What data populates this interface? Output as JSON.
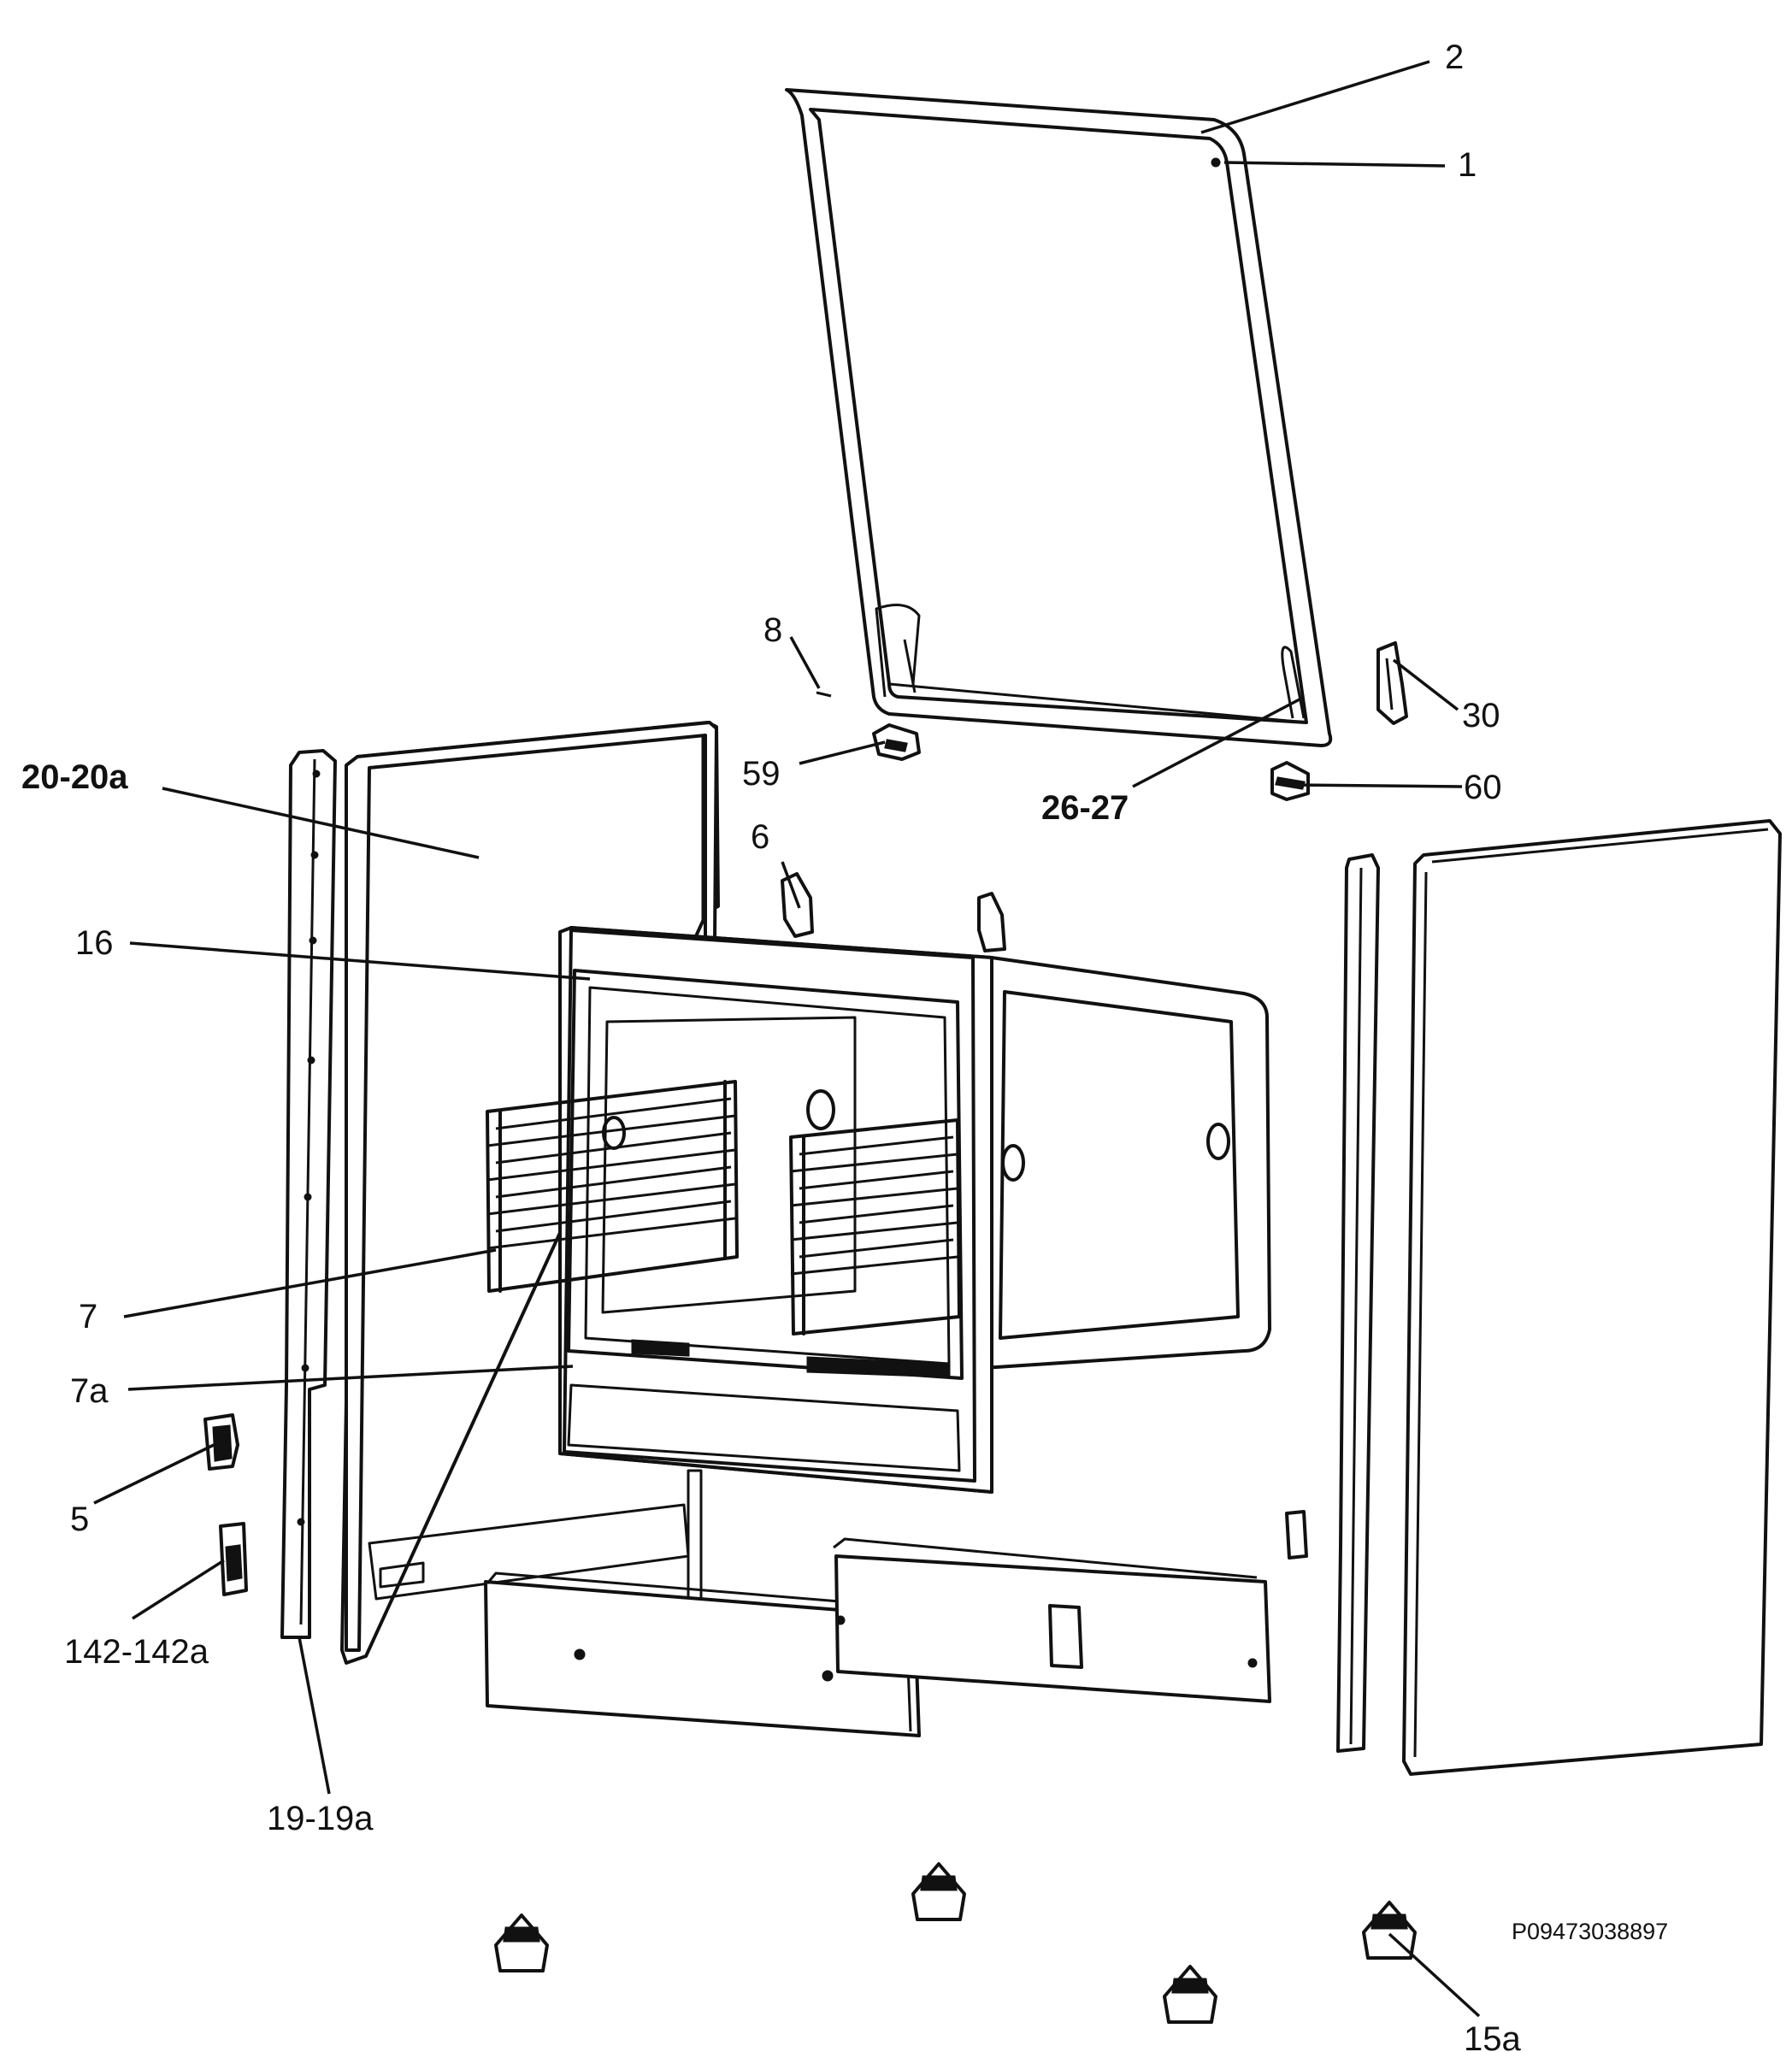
{
  "diagram": {
    "labels": [
      {
        "id": "2",
        "text": "2"
      },
      {
        "id": "1",
        "text": "1"
      },
      {
        "id": "8",
        "text": "8"
      },
      {
        "id": "30",
        "text": "30"
      },
      {
        "id": "59",
        "text": "59"
      },
      {
        "id": "26-27",
        "text": "26-27"
      },
      {
        "id": "60",
        "text": "60"
      },
      {
        "id": "20-20a",
        "text": "20-20a"
      },
      {
        "id": "6",
        "text": "6"
      },
      {
        "id": "16",
        "text": "16"
      },
      {
        "id": "7",
        "text": "7"
      },
      {
        "id": "7a",
        "text": "7a"
      },
      {
        "id": "5",
        "text": "5"
      },
      {
        "id": "142-142a",
        "text": "142-142a"
      },
      {
        "id": "19-19a",
        "text": "19-19a"
      },
      {
        "id": "15a",
        "text": "15a"
      }
    ],
    "drawing_code": "P09473038897"
  }
}
